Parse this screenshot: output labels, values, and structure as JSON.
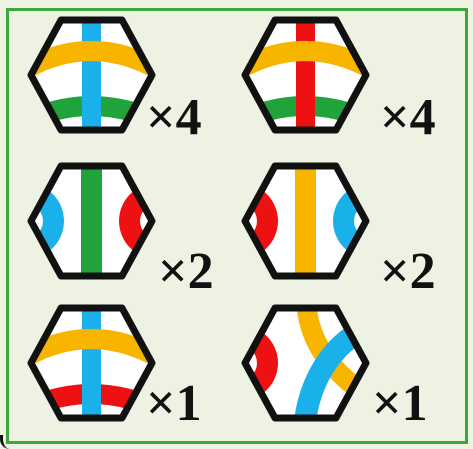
{
  "colors": {
    "background": "#eef2e2",
    "border": "#3aa83a",
    "outline": "#111111",
    "tile_fill": "#ffffff",
    "yellow": "#f7b500",
    "green": "#1fa33a",
    "blue": "#1ab0ea",
    "red": "#ee1111"
  },
  "tiles": [
    {
      "id": "tile-1",
      "count": "×4",
      "design": "arc-top-yellow-bottom-green-vertical-blue"
    },
    {
      "id": "tile-2",
      "count": "×4",
      "design": "arc-top-yellow-bottom-green-vertical-red"
    },
    {
      "id": "tile-3",
      "count": "×2",
      "design": "side-blue-red-vertical-green"
    },
    {
      "id": "tile-4",
      "count": "×2",
      "design": "side-red-blue-vertical-yellow"
    },
    {
      "id": "tile-5",
      "count": "×1",
      "design": "arc-top-yellow-bottom-red-vertical-blue"
    },
    {
      "id": "tile-6",
      "count": "×1",
      "design": "side-red-curve-blue-yellow"
    }
  ]
}
